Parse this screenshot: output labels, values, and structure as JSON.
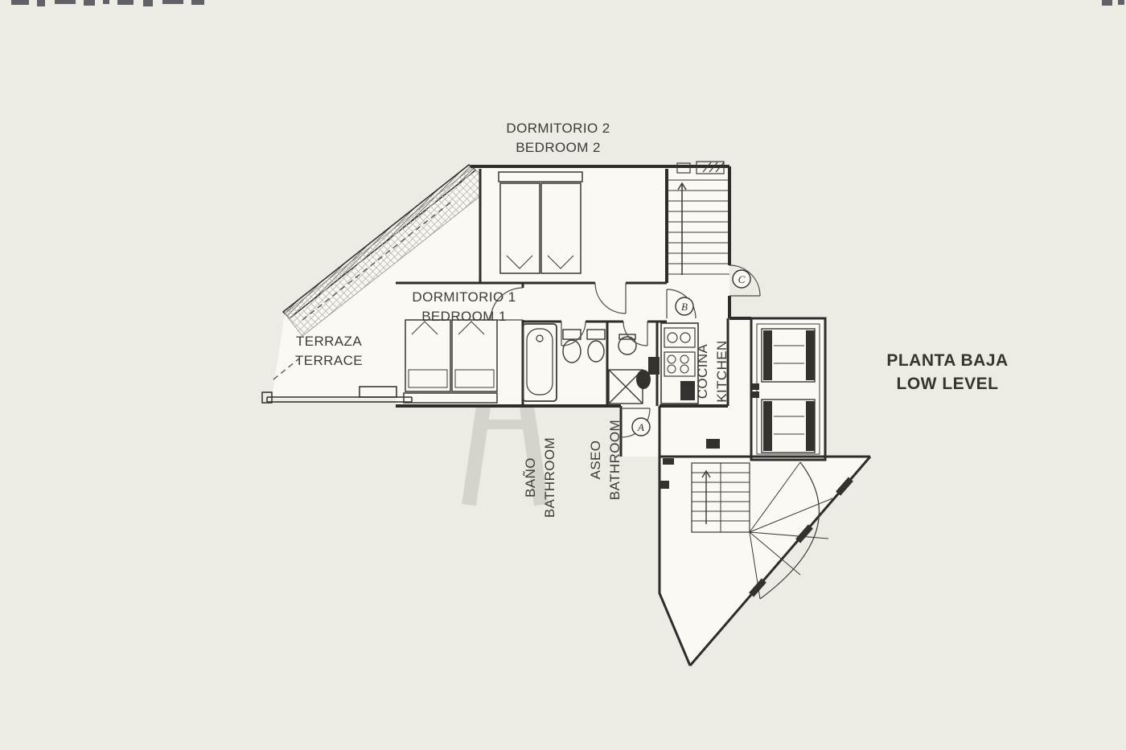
{
  "page": {
    "background": "#ecebe4"
  },
  "title": {
    "line1": "PLANTA BAJA",
    "line2": "LOW LEVEL"
  },
  "rooms": {
    "bedroom2": {
      "es": "DORMITORIO 2",
      "en": "BEDROOM 2"
    },
    "bedroom1": {
      "es": "DORMITORIO 1",
      "en": "BEDROOM 1"
    },
    "terrace": {
      "es": "TERRAZA",
      "en": "TERRACE"
    },
    "kitchen": {
      "es": "COCINA",
      "en": "KITCHEN"
    },
    "bathroom": {
      "es": "BAÑO",
      "en": "BATHROOM"
    },
    "toilet": {
      "es": "ASEO",
      "en": "BATHROOM"
    }
  },
  "door_labels": {
    "a": "A",
    "b": "B",
    "c": "C"
  },
  "icons": {
    "watermark": "agency-logo-watermark"
  },
  "colors": {
    "line": "#2e2d2b",
    "dark_fill": "#33322f",
    "room_fill": "#faf9f4",
    "text": "#3c3b38",
    "watermark": "#b3b2aa"
  }
}
